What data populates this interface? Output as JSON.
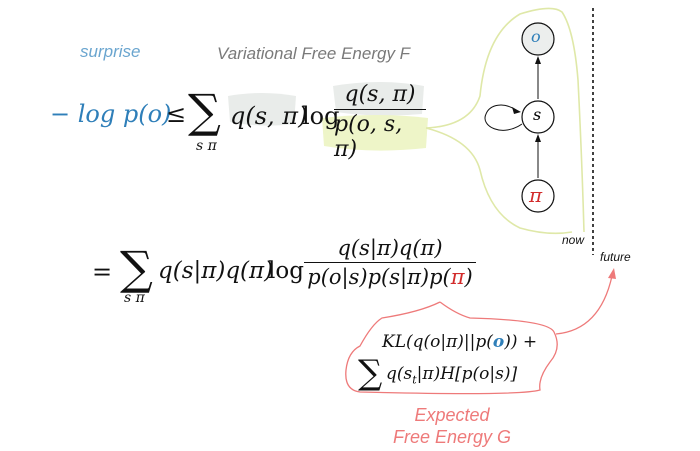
{
  "labels": {
    "surprise": "surprise",
    "variational_free_energy": "Variational Free Energy F",
    "expected_free_energy_line1": "Expected",
    "expected_free_energy_line2": "Free Energy G",
    "now": "now",
    "future": "future"
  },
  "equation1": {
    "lhs": "− log p(o)",
    "relation": "≤",
    "sum_symbol": "∑",
    "sum_index": "s π",
    "weight": "q(s, π)",
    "log": "log",
    "numerator": "q(s, π)",
    "denominator": "p(o, s, π)"
  },
  "equation2": {
    "relation": "=",
    "sum_symbol": "∑",
    "sum_index": "s π",
    "weight": "q(s|π)q(π)",
    "log": "log",
    "numerator": "q(s|π)q(π)",
    "denominator_left": "p(o|s)p(s|π)p(",
    "denominator_pi": "π",
    "denominator_right": ")"
  },
  "expected_free_energy": {
    "kl_left": "KL(q(o|π)||p(",
    "kl_o": "o",
    "kl_right": "))  +",
    "sum_symbol": "∑",
    "entropy_term": "q(s",
    "entropy_sub": "t",
    "entropy_rest": "|π)H[p(o|s)]"
  },
  "graph": {
    "nodes": {
      "o": "o",
      "s": "s",
      "pi": "π"
    }
  },
  "colors": {
    "surprise": "#6aa5cf",
    "blue": "#2f7fb9",
    "red": "#d22b2b",
    "pink": "#ee7a7a",
    "highlight_yellow": "#eef5c8",
    "highlight_gray": "#e9ecea",
    "bracket_yellow": "#dfe8a8"
  }
}
